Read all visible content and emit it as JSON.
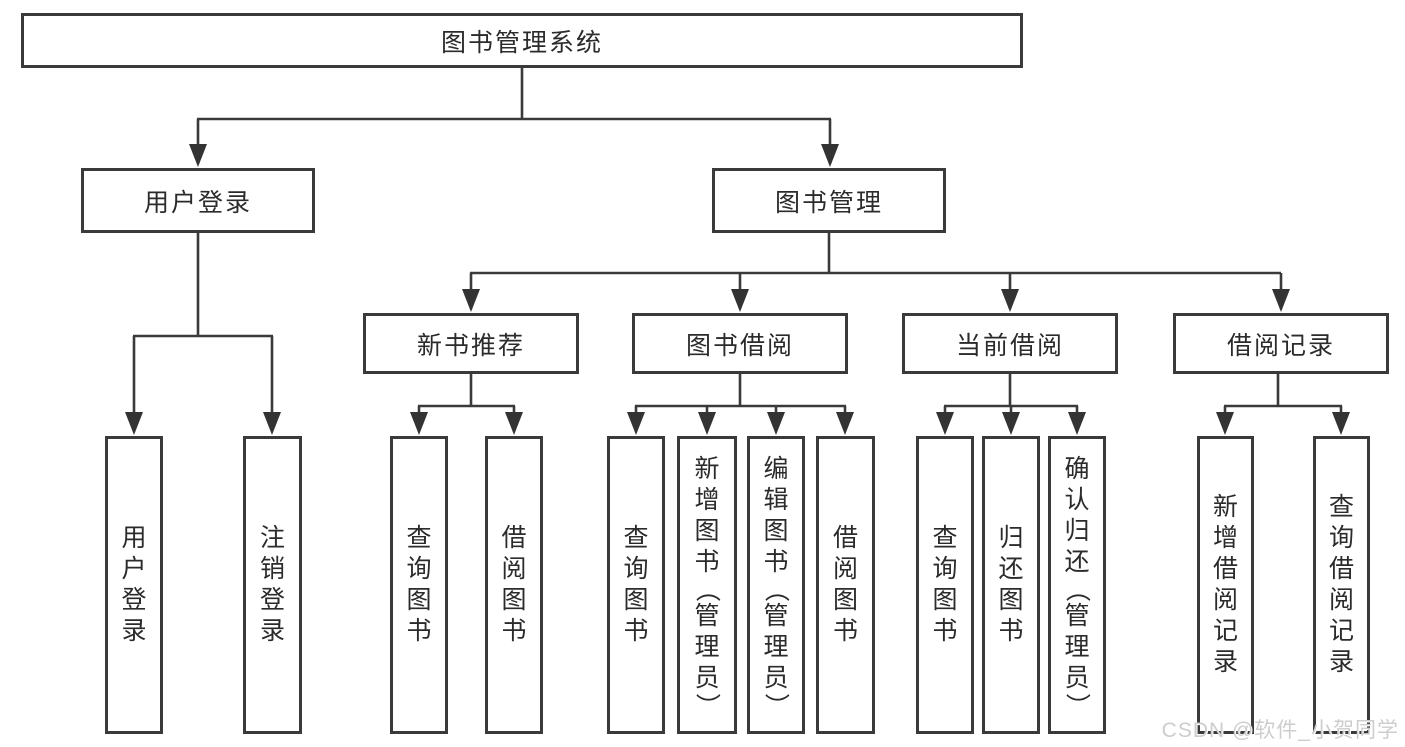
{
  "tree": {
    "root_label": "图书管理系统",
    "branches": [
      {
        "label": "用户登录",
        "children": [
          "用户登录",
          "注销登录"
        ]
      },
      {
        "label": "图书管理",
        "groups": [
          {
            "label": "新书推荐",
            "children": [
              "查询图书",
              "借阅图书"
            ]
          },
          {
            "label": "图书借阅",
            "children": [
              "查询图书",
              "新增图书（管理员）",
              "编辑图书（管理员）",
              "借阅图书"
            ]
          },
          {
            "label": "当前借阅",
            "children": [
              "查询图书",
              "归还图书",
              "确认归还（管理员）"
            ]
          },
          {
            "label": "借阅记录",
            "children": [
              "新增借阅记录",
              "查询借阅记录"
            ]
          }
        ]
      }
    ]
  },
  "watermark": "CSDN @软件_小贺同学",
  "colors": {
    "line": "#3a3a3a",
    "box_border": "#3a3a3a",
    "box_fill": "#ffffff",
    "text": "#2b2b2b",
    "watermark": "#cdcdcd",
    "background": "#ffffff"
  }
}
